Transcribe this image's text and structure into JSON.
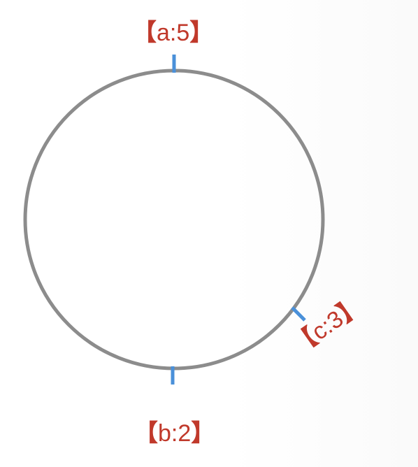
{
  "diagram": {
    "ring_color": "#8c8c8c",
    "tick_color": "#4a90d9",
    "label_color": "#c0392b",
    "nodes": [
      {
        "id": "a",
        "open": "【",
        "text": "a:5",
        "close": "】"
      },
      {
        "id": "b",
        "open": "【",
        "text": "b:2",
        "close": "】"
      },
      {
        "id": "c",
        "open": "【",
        "text": "c:3",
        "close": "】"
      }
    ]
  }
}
